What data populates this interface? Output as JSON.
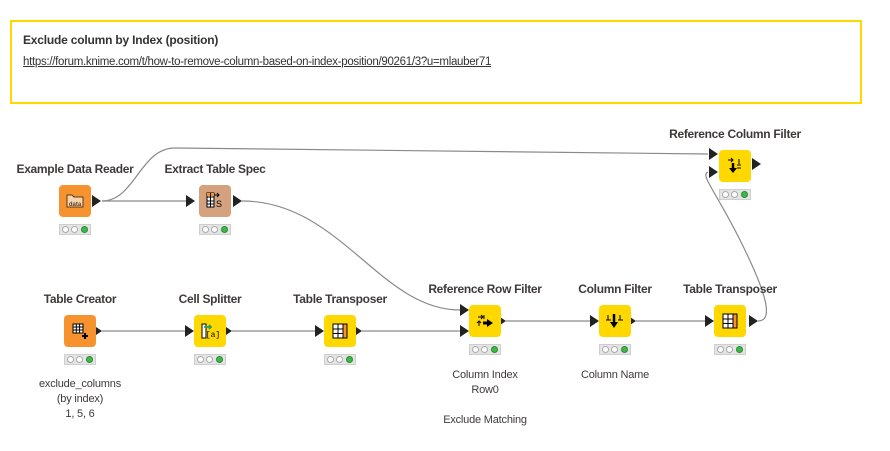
{
  "annotation": {
    "title": "Exclude column by Index (position)",
    "link": "https://forum.knime.com/t/how-to-remove-column-based-on-index-position/90261/3?u=mlauber71",
    "border_color": "#ffd800"
  },
  "colors": {
    "source_node": "#f7932f",
    "manipulator_node": "#ffd800",
    "other_node": "#d4a27f",
    "status_green": "#3fb84a",
    "connection": "#7d7d7d"
  },
  "nodes": {
    "example_data_reader": {
      "label": "Example Data Reader",
      "icon": "data-folder-icon",
      "icon_text": "data",
      "status": "executed"
    },
    "extract_table_spec": {
      "label": "Extract Table Spec",
      "icon": "table-spec-icon",
      "icon_text": "S",
      "status": "executed"
    },
    "reference_column_filter": {
      "label": "Reference Column Filter",
      "icon": "reference-column-filter-icon",
      "status": "executed"
    },
    "table_creator": {
      "label": "Table Creator",
      "icon": "table-create-icon",
      "status": "executed",
      "comment": [
        "exclude_columns",
        "(by index)",
        "1, 5, 6"
      ]
    },
    "cell_splitter": {
      "label": "Cell Splitter",
      "icon": "cell-splitter-icon",
      "icon_text": "[a]",
      "status": "executed"
    },
    "table_transposer_1": {
      "label": "Table Transposer",
      "icon": "table-transpose-icon",
      "status": "executed"
    },
    "reference_row_filter": {
      "label": "Reference Row Filter",
      "icon": "reference-row-filter-icon",
      "status": "executed",
      "comment": [
        "Column Index",
        "Row0",
        "",
        "Exclude Matching"
      ]
    },
    "column_filter": {
      "label": "Column Filter",
      "icon": "column-filter-icon",
      "status": "executed",
      "comment": [
        "Column Name"
      ]
    },
    "table_transposer_2": {
      "label": "Table Transposer",
      "icon": "table-transpose-icon",
      "status": "executed"
    }
  }
}
